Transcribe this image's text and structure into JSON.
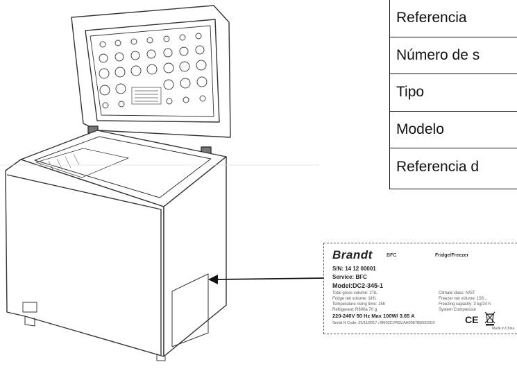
{
  "reference_table": {
    "rows": [
      {
        "label": "Referencia"
      },
      {
        "label": "Número de s"
      },
      {
        "label": "Tipo"
      },
      {
        "label": "Modelo"
      },
      {
        "label": "Referencia d"
      }
    ]
  },
  "rating_label": {
    "brand": "Brandt",
    "brand_sub": "BFC",
    "product": "Fridge/Freezer",
    "serial": "S/N: 14 12 00001",
    "service": "Service: BFC",
    "model": "Model:DC2-345-1",
    "spec_left": [
      "Total gross volume: 27iL",
      "Fridge net volume: 1iHL",
      "Temperature rising time: 15h",
      "Refrigerant: R600a 70 g"
    ],
    "spec_right": [
      "Climate class: N/ST",
      "Freezer net volume: 193...",
      "Freezing capacity: 3 kg/24 h",
      "System Compressor"
    ],
    "power": "220-240V  50 Hz  Max 100W/ 3.65 A",
    "serial_code": "Serial N Code: 25/11/2017 / 8M02CVR01/AH00878500C00X",
    "ce": "CE",
    "made_in": "Made in China"
  },
  "icons": {
    "freezer": "chest-freezer-illustration",
    "arrow": "arrow-left-icon",
    "bin": "weee-bin-icon"
  }
}
